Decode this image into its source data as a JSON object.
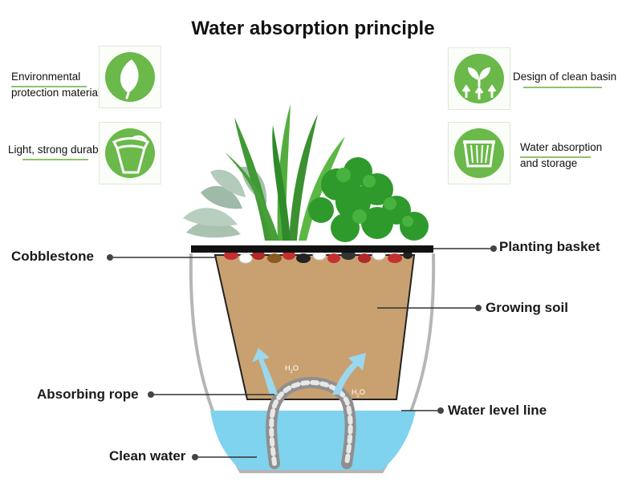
{
  "title": "Water absorption principle",
  "features": {
    "environmental": {
      "line1": "Environmental",
      "line2": "protection materials",
      "icon": "leaf-icon"
    },
    "light_durable": {
      "label": "Light, strong durable",
      "icon": "pot-icon"
    },
    "clean_basin": {
      "label": "Design of clean basin",
      "icon": "sprout-icon"
    },
    "water_storage": {
      "line1": "Water absorption",
      "line2": "and storage",
      "icon": "basket-icon"
    }
  },
  "callouts": {
    "cobblestone": "Cobblestone",
    "planting_basket": "Planting basket",
    "growing_soil": "Growing soil",
    "absorbing_rope": "Absorbing rope",
    "water_level_line": "Water level line",
    "clean_water": "Clean water"
  },
  "diagram_text": {
    "h2o_a": "H",
    "h2o_a_sub": "2",
    "h2o_a_o": "O",
    "h2o_b": "H",
    "h2o_b_sub": "2",
    "h2o_b_o": "O"
  },
  "colors": {
    "icon_green": "#6ab94a",
    "soil": "#c9a170",
    "water": "#7fd3ee",
    "basket_rim": "#111111",
    "accent_line": "#8cc46a"
  }
}
